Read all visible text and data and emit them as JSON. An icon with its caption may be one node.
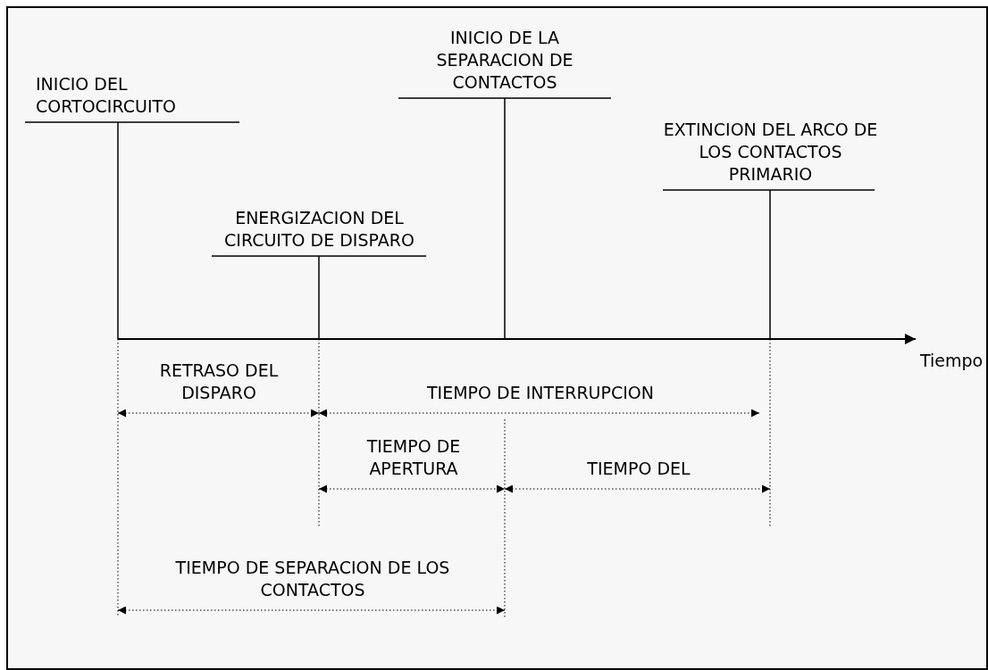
{
  "diagram": {
    "labels": [
      "INICIO DEL CORTOCIRCUITO",
      "INICIO DE LA SEPARACION DE CONTACTOS",
      "EXTINCION DEL ARCO DE LOS CONTACTOS PRIMARIO",
      "ENERGIZACION DEL CIRCUITO DE DISPARO",
      "RETRASO DEL DISPARO",
      "TIEMPO DE INTERRUPCION",
      "Tiempo",
      "TIEMPO DE APERTURA",
      "TIEMPO DEL",
      "TIEMPO DE SEPARACION DE LOS CONTACTOS"
    ]
  }
}
